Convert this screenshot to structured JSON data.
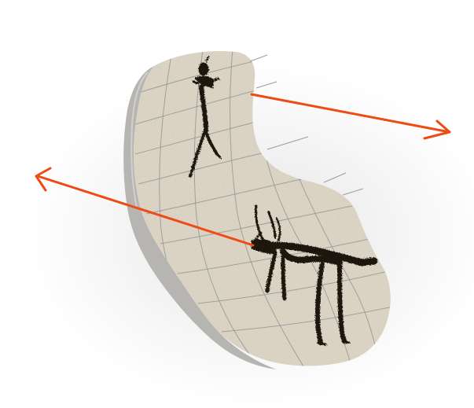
{
  "scene": {
    "subject": "rock-slab-with-petroglyphs",
    "figures": [
      "human-figure",
      "deer-figure"
    ],
    "arrows": [
      "arrow-right",
      "arrow-left"
    ],
    "colors": {
      "background": "#ffffff",
      "stone": "#ddd5c4",
      "stone_edge": "#b9b6b2",
      "grid_lines": "#8d8f93",
      "figure_paint": "#1b1611",
      "arrow": "#ee4b14"
    }
  }
}
